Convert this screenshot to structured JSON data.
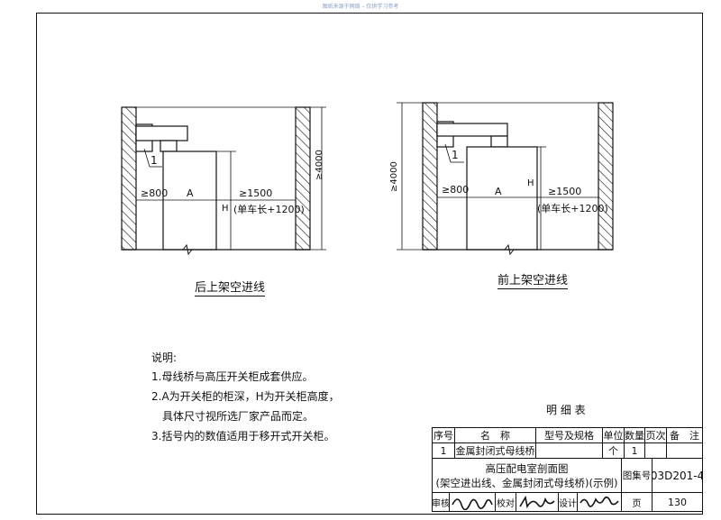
{
  "header_strip": "图纸来源于网络 – 仅供学习参考",
  "diagrams": [
    {
      "caption": "后上架空进线",
      "callout": "1",
      "dim_front": "≥800",
      "dim_depth": "A",
      "dim_height": "H",
      "dim_rear": "≥1500",
      "dim_rear_note": "(单车长+1200)",
      "dim_total_height": "≥4000"
    },
    {
      "caption": "前上架空进线",
      "callout": "1",
      "dim_front": "≥800",
      "dim_depth": "A",
      "dim_height": "H",
      "dim_rear": "≥1500",
      "dim_rear_note": "(单车长+1200)",
      "dim_total_height": "≥4000"
    }
  ],
  "notes": {
    "heading": "说明:",
    "items": [
      "1.母线桥与高压开关柜成套供应。",
      "2.A为开关柜的柜深，H为开关柜高度，",
      "具体尺寸视所选厂家产品而定。",
      "3.括号内的数值适用于移开式开关柜。"
    ]
  },
  "parts_table": {
    "title": "明 细 表",
    "headers": [
      "序号",
      "名　称",
      "型号及规格",
      "单位",
      "数量",
      "页次",
      "备　注"
    ],
    "rows": [
      [
        "1",
        "金属封闭式母线桥",
        "",
        "个",
        "1",
        "",
        ""
      ]
    ]
  },
  "title_block": {
    "drawing_title_line1": "高压配电室剖面图",
    "drawing_title_line2": "(架空进出线、金属封闭式母线桥)(示例)",
    "atlas_label": "图集号",
    "atlas_number": "03D201-4",
    "review_label": "审核",
    "check_label": "校对",
    "design_label": "设计",
    "page_label": "页",
    "page_number": "130"
  }
}
